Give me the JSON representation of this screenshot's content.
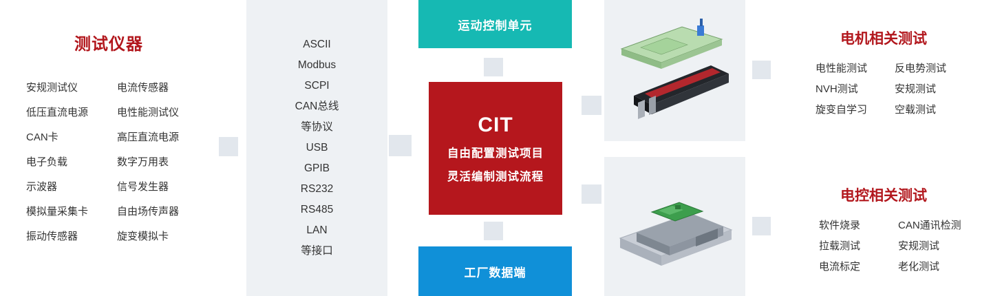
{
  "colors": {
    "accent_red": "#b2171d",
    "teal_box": "#16b9b3",
    "blue_box": "#1090d8",
    "panel_gray": "#eef1f4",
    "connector_gray": "#e2e7ed",
    "text_dark": "#333333"
  },
  "left_panel": {
    "title": "测试仪器",
    "col1": [
      "安规测试仪",
      "低压直流电源",
      "CAN卡",
      "电子负载",
      "示波器",
      "模拟量采集卡",
      "振动传感器"
    ],
    "col2": [
      "电流传感器",
      "电性能测试仪",
      "高压直流电源",
      "数字万用表",
      "信号发生器",
      "自由场传声器",
      "旋变模拟卡"
    ]
  },
  "protocol_panel": {
    "items": [
      "ASCII",
      "Modbus",
      "SCPI",
      "CAN总线",
      "等协议",
      "USB",
      "GPIB",
      "RS232",
      "RS485",
      "LAN",
      "等接口"
    ]
  },
  "center_flow": {
    "motion_control_box": "运动控制单元",
    "cit_title": "CIT",
    "cit_line1": "自由配置测试项目",
    "cit_line2": "灵活编制测试流程",
    "factory_data_box": "工厂数据端"
  },
  "motor_test_panel": {
    "title": "电机相关测试",
    "col1": [
      "电性能测试",
      "NVH测试",
      "旋变自学习"
    ],
    "col2": [
      "反电势测试",
      "安规测试",
      "空载测试"
    ]
  },
  "controller_test_panel": {
    "title": "电控相关测试",
    "col1": [
      "软件烧录",
      "拉载测试",
      "电流标定"
    ],
    "col2": [
      "CAN通讯检测",
      "安规测试",
      "老化测试"
    ]
  }
}
